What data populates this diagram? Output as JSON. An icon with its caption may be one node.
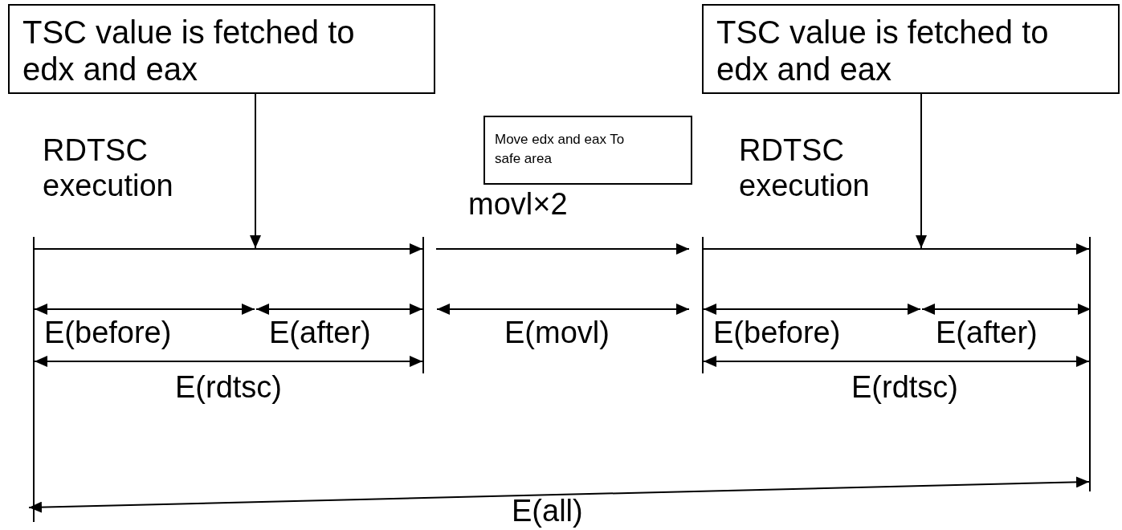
{
  "diagram": {
    "nodes": [
      {
        "text": [
          "TSC value is fetched to edx and eax"
        ]
      },
      {
        "text": [
          "Move edx and eax To safe area"
        ]
      },
      {
        "text": [
          "TSC value is fetched to edx and eax"
        ]
      }
    ],
    "edges": [
      {
        "from": 0,
        "to": null,
        "arrow": "to"
      },
      {
        "from": 2,
        "to": null,
        "arrow": "to"
      }
    ],
    "labels": [
      "RDTSC execution",
      "movl×2",
      "RDTSC execution",
      "E(before)",
      "E(after)",
      "E(movl)",
      "E(before)",
      "E(after)",
      "E(rdtsc)",
      "E(rdtsc)",
      "E(all)"
    ]
  }
}
